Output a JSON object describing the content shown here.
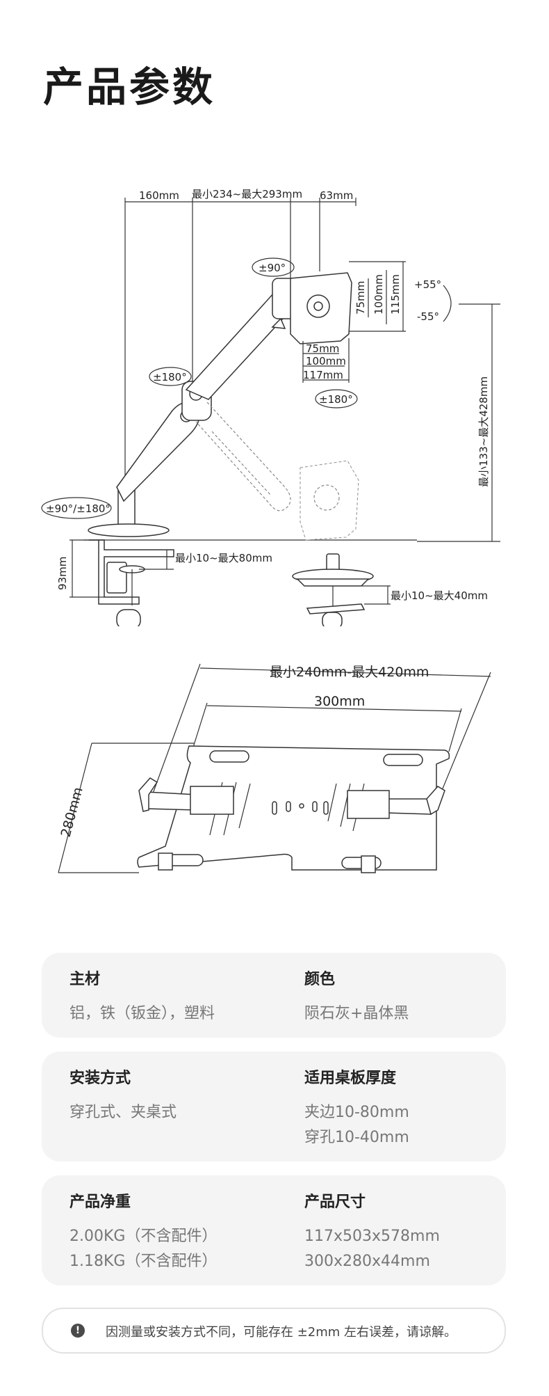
{
  "page": {
    "title": "产品参数"
  },
  "arm_diagram": {
    "dim_base_offset": "160mm",
    "dim_arm_extension": "最小234~最大293mm",
    "dim_vesa_depth": "63mm",
    "dim_vesa_vertical_75": "75mm",
    "dim_vesa_vertical_100": "100mm",
    "dim_vesa_vertical_115": "115mm",
    "dim_vesa_horizontal_75": "75mm",
    "dim_vesa_horizontal_100": "100mm",
    "dim_vesa_horizontal_117": "117mm",
    "tilt_up": "+55°",
    "tilt_down": "-55°",
    "rotate_top": "±90°",
    "rotate_head": "±180°",
    "rotate_elbow": "±180°",
    "rotate_base": "±90°/±180°",
    "dim_height": "最小133~最大428mm",
    "dim_clamp_height": "93mm",
    "dim_clamp_range": "最小10~最大80mm",
    "dim_grommet_range": "最小10~最大40mm"
  },
  "tray_diagram": {
    "dim_width_range": "最小240mm-最大420mm",
    "dim_plate_width": "300mm",
    "dim_depth": "280mm"
  },
  "specs": [
    {
      "left": {
        "label": "主材",
        "values": [
          "铝，铁（钣金），塑料"
        ]
      },
      "right": {
        "label": "颜色",
        "values": [
          "陨石灰+晶体黑"
        ]
      }
    },
    {
      "left": {
        "label": "安装方式",
        "values": [
          "穿孔式、夹桌式"
        ]
      },
      "right": {
        "label": "适用桌板厚度",
        "values": [
          "夹边10-80mm",
          "穿孔10-40mm"
        ]
      }
    },
    {
      "left": {
        "label": "产品净重",
        "values": [
          "2.00KG（不含配件）",
          "1.18KG（不含配件）"
        ]
      },
      "right": {
        "label": "产品尺寸",
        "values": [
          "117x503x578mm",
          "300x280x44mm"
        ]
      }
    }
  ],
  "notice": {
    "icon": "exclamation-icon",
    "text": "因测量或安装方式不同，可能存在 ±2mm 左右误差，请谅解。"
  }
}
